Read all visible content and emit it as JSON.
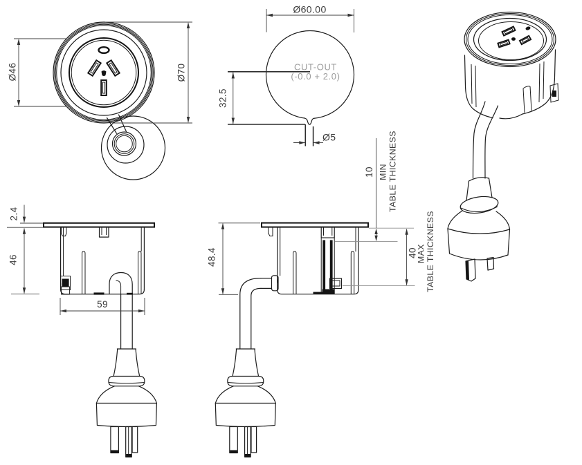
{
  "front_view": {
    "dia_face": "Ø46",
    "dia_outer": "Ø70"
  },
  "cutout_view": {
    "dia": "Ø60.00",
    "note_line1": "CUT-OUT",
    "note_line2": "(-0.0 + 2.0)",
    "center_to_notch": "32.5",
    "notch_dia": "Ø5"
  },
  "side_view_front": {
    "flange_thickness": "2.4",
    "body_depth": "46",
    "body_width": "59"
  },
  "side_view_side": {
    "overall_depth": "48.4"
  },
  "installation": {
    "min_value": "10",
    "min_word": "MIN",
    "min_note": "TABLE THICKNESS",
    "max_value": "40",
    "max_word": "MAX",
    "max_note": "TABLE THICKNESS"
  },
  "colors": {
    "line": "#1c1c1c",
    "dimension": "#3d3d3d",
    "note_gray": "#9c9c9c",
    "background": "#ffffff"
  }
}
